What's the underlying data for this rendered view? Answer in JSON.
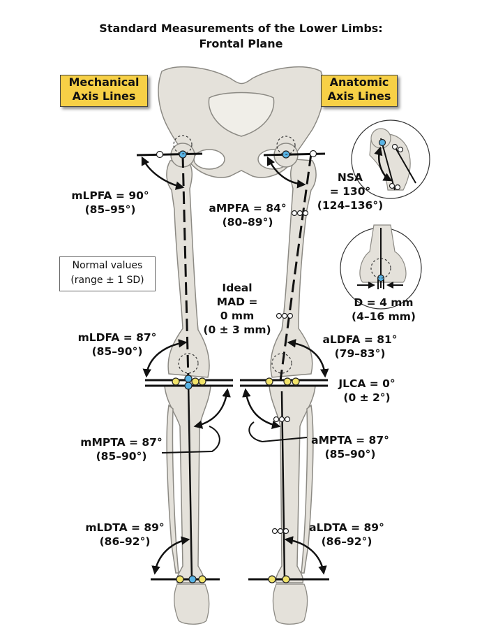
{
  "title": {
    "line1": "Standard Measurements of the Lower Limbs:",
    "line2": "Frontal Plane"
  },
  "tags": {
    "mechanical": [
      "Mechanical",
      "Axis Lines"
    ],
    "anatomic": [
      "Anatomic",
      "Axis Lines"
    ]
  },
  "legend": {
    "line1": "Normal values",
    "line2": "(range ± 1 SD)"
  },
  "labels": {
    "mlpfa": [
      "mLPFA = 90°",
      "(85–95°)"
    ],
    "ampfa": [
      "aMPFA = 84°",
      "(80–89°)"
    ],
    "nsa": [
      "NSA",
      "= 130°",
      "(124–136°)"
    ],
    "d": [
      "D = 4 mm",
      "(4–16 mm)"
    ],
    "mad": [
      "Ideal",
      "MAD =",
      "0 mm",
      "(0 ± 3 mm)"
    ],
    "mldfa": [
      "mLDFA = 87°",
      "(85–90°)"
    ],
    "aldfa": [
      "aLDFA = 81°",
      "(79–83°)"
    ],
    "jlca": [
      "JLCA = 0°",
      "(0 ± 2°)"
    ],
    "mmpta": [
      "mMPTA = 87°",
      "(85–90°)"
    ],
    "ampta": [
      "aMPTA = 87°",
      "(85–90°)"
    ],
    "mldta": [
      "mLDTA = 89°",
      "(86–92°)"
    ],
    "aldta": [
      "aLDTA = 89°",
      "(86–92°)"
    ]
  },
  "colors": {
    "bone": "#e4e1da",
    "bone_outline": "#8c8a84",
    "tag_fill": "#f7d046",
    "blue_point": "#59b4e6",
    "yellow_point": "#f1e36a",
    "axis": "#111111"
  }
}
